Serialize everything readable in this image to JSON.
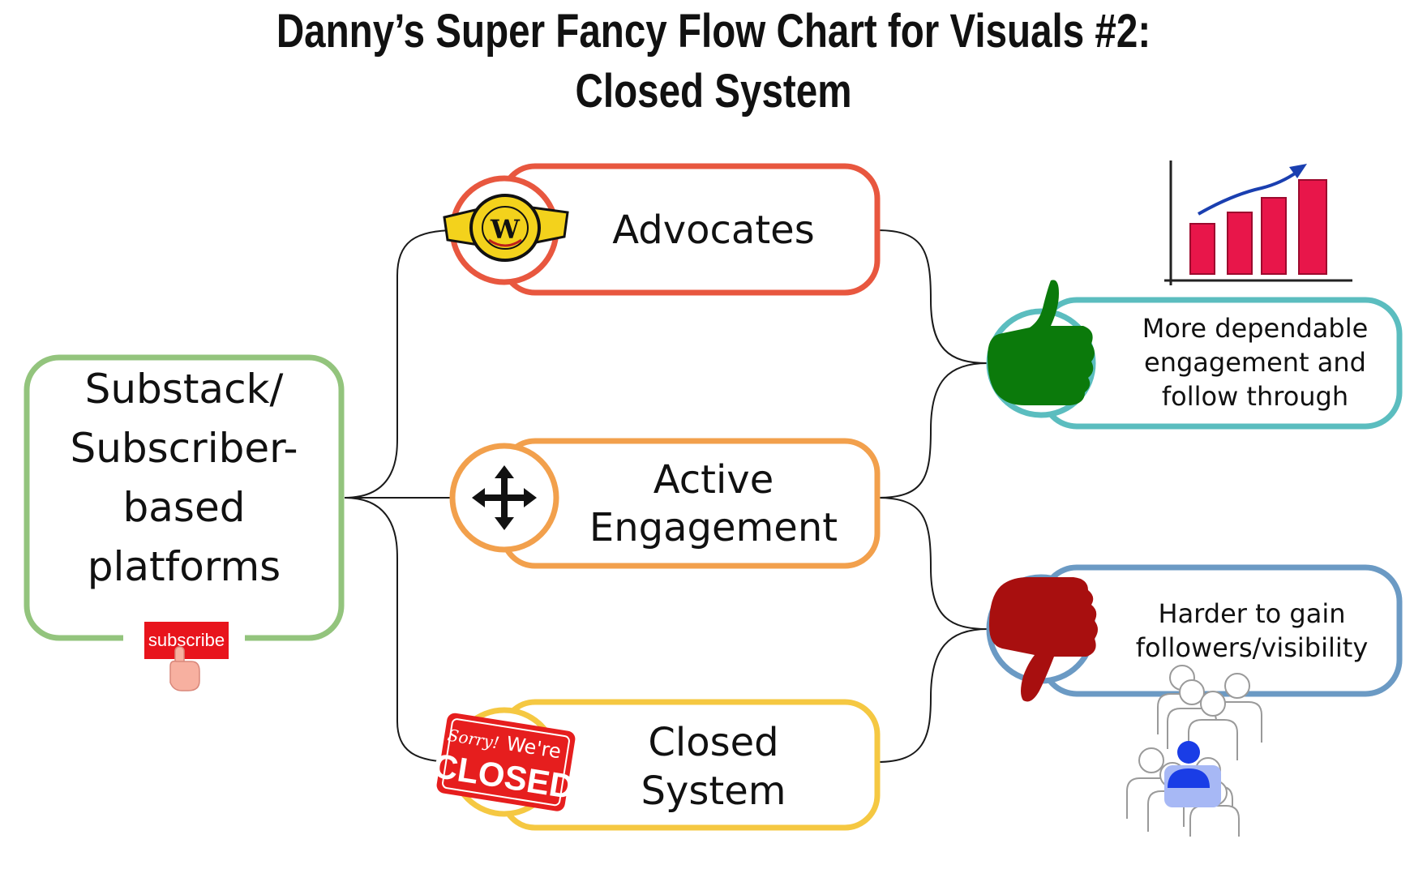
{
  "title": {
    "line1": "Danny’s Super Fancy Flow Chart for Visuals #2:",
    "line2": "Closed System"
  },
  "source_node": {
    "lines": [
      "Substack/",
      "Subscriber-",
      "based",
      "platforms"
    ],
    "button_label": "subscribe",
    "border_color": "#93c47d"
  },
  "middle_nodes": [
    {
      "lines": [
        "Advocates"
      ],
      "border_color": "#e8573f",
      "icon": "championship-belt-icon"
    },
    {
      "lines": [
        "Active",
        "Engagement"
      ],
      "border_color": "#f2a04c",
      "icon": "move-arrows-icon"
    },
    {
      "lines": [
        "Closed",
        "System"
      ],
      "border_color": "#f5c842",
      "icon": "closed-sign-icon"
    }
  ],
  "outcome_nodes": [
    {
      "lines": [
        "More dependable",
        "engagement and",
        "follow through"
      ],
      "border_color": "#5bbdbf",
      "icon": "thumbs-up-icon"
    },
    {
      "lines": [
        "Harder to gain",
        "followers/visibility"
      ],
      "border_color": "#6b9ac4",
      "icon": "thumbs-down-icon"
    }
  ],
  "sign": {
    "sorry": "Sorry!",
    "were": "We're",
    "closed": "CLOSED"
  },
  "decorations": [
    "growth-bar-chart-icon",
    "people-group-icon"
  ]
}
